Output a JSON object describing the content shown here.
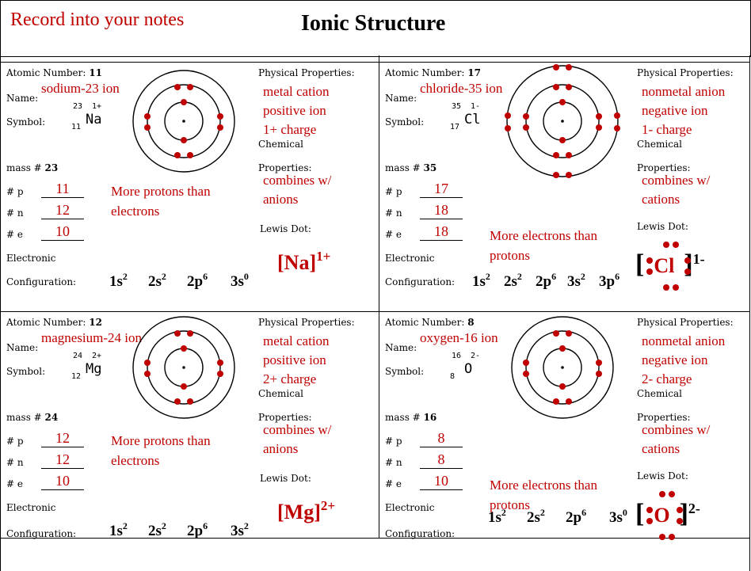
{
  "header": {
    "note": "Record into your notes",
    "title": "Ionic Structure"
  },
  "colors": {
    "handwriting": "#c00000",
    "electron": "#c00000"
  },
  "common": {
    "atomic_number_label": "Atomic Number:",
    "name_label": "Name:",
    "symbol_label": "Symbol:",
    "mass_label": "mass #",
    "p_label": "# p",
    "n_label": "# n",
    "e_label": "# e",
    "electronic_label": "Electronic",
    "configuration_label": "Configuration:",
    "physical_label": "Physical Properties:",
    "chemical_label": "Chemical",
    "properties_label": "Properties:",
    "lewis_label": "Lewis Dot:"
  },
  "cards": [
    {
      "atomic_number": "11",
      "name": "sodium-23 ion",
      "symbol": "Na",
      "sym_subscript": "11",
      "sym_mass": "23",
      "sym_charge": "1+",
      "mass": "23",
      "p": "11",
      "n": "12",
      "e": "10",
      "comparison": [
        "More protons than",
        "electrons"
      ],
      "config": [
        [
          "1s",
          "2"
        ],
        [
          "2s",
          "2"
        ],
        [
          "2p",
          "6"
        ],
        [
          "3s",
          "0"
        ]
      ],
      "physical": [
        "metal cation",
        "positive ion",
        "1+ charge"
      ],
      "chemical": [
        "combines w/",
        "anions"
      ],
      "lewis": {
        "symbol": "Na",
        "charge": "1+"
      },
      "shells": [
        2,
        8,
        0
      ]
    },
    {
      "atomic_number": "17",
      "name": "chloride-35 ion",
      "symbol": "Cl",
      "sym_subscript": "17",
      "sym_mass": "35",
      "sym_charge": "1-",
      "mass": "35",
      "p": "17",
      "n": "18",
      "e": "18",
      "comparison": [
        "More electrons than",
        "protons"
      ],
      "config": [
        [
          "1s",
          "2"
        ],
        [
          "2s",
          "2"
        ],
        [
          "2p",
          "6"
        ],
        [
          "3s",
          "2"
        ],
        [
          "3p",
          "6"
        ]
      ],
      "physical": [
        "nonmetal anion",
        "negative ion",
        "1- charge"
      ],
      "chemical": [
        "combines w/",
        "cations"
      ],
      "lewis": {
        "symbol": "Cl",
        "charge": "1-"
      },
      "shells": [
        2,
        8,
        8
      ]
    },
    {
      "atomic_number": "12",
      "name": "magnesium-24 ion",
      "symbol": "Mg",
      "sym_subscript": "12",
      "sym_mass": "24",
      "sym_charge": "2+",
      "mass": "24",
      "p": "12",
      "n": "12",
      "e": "10",
      "comparison": [
        "More protons than",
        "electrons"
      ],
      "config": [
        [
          "1s",
          "2"
        ],
        [
          "2s",
          "2"
        ],
        [
          "2p",
          "6"
        ],
        [
          "3s",
          "2"
        ]
      ],
      "physical": [
        "metal cation",
        "positive ion",
        "2+ charge"
      ],
      "chemical": [
        "combines w/",
        "anions"
      ],
      "lewis": {
        "symbol": "Mg",
        "charge": "2+"
      },
      "shells": [
        2,
        8,
        0
      ]
    },
    {
      "atomic_number": "8",
      "name": "oxygen-16 ion",
      "symbol": "O",
      "sym_subscript": "8",
      "sym_mass": "16",
      "sym_charge": "2-",
      "mass": "16",
      "p": "8",
      "n": "8",
      "e": "10",
      "comparison": [
        "More electrons than",
        "protons"
      ],
      "config": [
        [
          "1s",
          "2"
        ],
        [
          "2s",
          "2"
        ],
        [
          "2p",
          "6"
        ],
        [
          "3s",
          "0"
        ]
      ],
      "physical": [
        "nonmetal anion",
        "negative ion",
        "2- charge"
      ],
      "chemical": [
        "combines w/",
        "cations"
      ],
      "lewis": {
        "symbol": "O",
        "charge": "2-"
      },
      "shells": [
        2,
        8,
        0
      ]
    }
  ]
}
